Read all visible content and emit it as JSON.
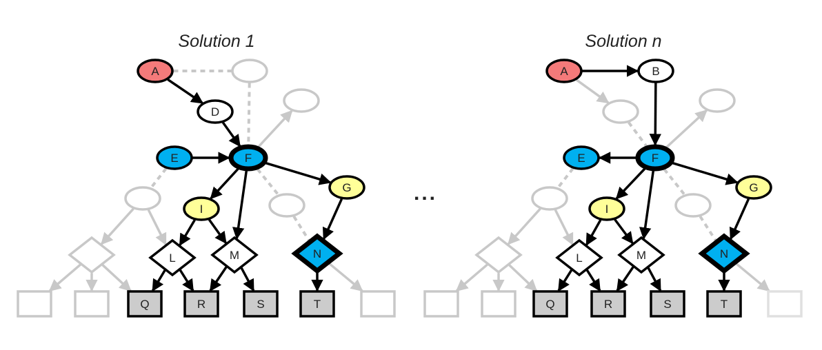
{
  "colors": {
    "red": "#f47a7a",
    "blue": "#00b0f0",
    "yellow": "#ffff99",
    "white": "#ffffff",
    "leaf": "#cccccc",
    "active": "#000000",
    "ghost": "#c8c8c8",
    "ghost_light": "#e0e0e0"
  },
  "ellipsis": "...",
  "panels": [
    {
      "title": "Solution 1",
      "nodes": [
        {
          "id": "A",
          "label": "A",
          "shape": "ellipse",
          "fill": "red",
          "state": "active"
        },
        {
          "id": "g1",
          "label": "",
          "shape": "ellipse",
          "fill": "white",
          "state": "ghost"
        },
        {
          "id": "D",
          "label": "D",
          "shape": "ellipse",
          "fill": "white",
          "state": "active"
        },
        {
          "id": "g2",
          "label": "",
          "shape": "ellipse",
          "fill": "white",
          "state": "ghost"
        },
        {
          "id": "E",
          "label": "E",
          "shape": "ellipse",
          "fill": "blue",
          "state": "active"
        },
        {
          "id": "F",
          "label": "F",
          "shape": "ellipse",
          "fill": "blue",
          "state": "bold"
        },
        {
          "id": "G",
          "label": "G",
          "shape": "ellipse",
          "fill": "yellow",
          "state": "active"
        },
        {
          "id": "g3",
          "label": "",
          "shape": "ellipse",
          "fill": "white",
          "state": "ghost"
        },
        {
          "id": "I",
          "label": "I",
          "shape": "ellipse",
          "fill": "yellow",
          "state": "active"
        },
        {
          "id": "g4",
          "label": "",
          "shape": "ellipse",
          "fill": "white",
          "state": "ghost"
        },
        {
          "id": "gd",
          "label": "",
          "shape": "diamond",
          "fill": "white",
          "state": "ghost"
        },
        {
          "id": "L",
          "label": "L",
          "shape": "diamond",
          "fill": "white",
          "state": "active"
        },
        {
          "id": "M",
          "label": "M",
          "shape": "diamond",
          "fill": "white",
          "state": "active"
        },
        {
          "id": "N",
          "label": "N",
          "shape": "diamond",
          "fill": "blue",
          "state": "bold"
        },
        {
          "id": "b1",
          "label": "",
          "shape": "box",
          "fill": "white",
          "state": "ghost"
        },
        {
          "id": "b2",
          "label": "",
          "shape": "box",
          "fill": "white",
          "state": "ghost"
        },
        {
          "id": "Q",
          "label": "Q",
          "shape": "box",
          "fill": "leaf",
          "state": "active"
        },
        {
          "id": "R",
          "label": "R",
          "shape": "box",
          "fill": "leaf",
          "state": "active"
        },
        {
          "id": "S",
          "label": "S",
          "shape": "box",
          "fill": "leaf",
          "state": "active"
        },
        {
          "id": "T",
          "label": "T",
          "shape": "box",
          "fill": "leaf",
          "state": "active"
        },
        {
          "id": "b3",
          "label": "",
          "shape": "box",
          "fill": "white",
          "state": "ghost"
        }
      ],
      "edges": [
        {
          "from": "A",
          "to": "g1",
          "style": "dotted"
        },
        {
          "from": "g1",
          "to": "F",
          "style": "dotted"
        },
        {
          "from": "A",
          "to": "D",
          "style": "active"
        },
        {
          "from": "D",
          "to": "F",
          "style": "active"
        },
        {
          "from": "F",
          "to": "g2",
          "style": "ghost"
        },
        {
          "from": "E",
          "to": "F",
          "style": "active"
        },
        {
          "from": "E",
          "to": "g3",
          "style": "dotted"
        },
        {
          "from": "F",
          "to": "I",
          "style": "active"
        },
        {
          "from": "F",
          "to": "M",
          "style": "active"
        },
        {
          "from": "F",
          "to": "G",
          "style": "active"
        },
        {
          "from": "F",
          "to": "g4",
          "style": "dotted"
        },
        {
          "from": "g4",
          "to": "N",
          "style": "dotted"
        },
        {
          "from": "G",
          "to": "N",
          "style": "active"
        },
        {
          "from": "g3",
          "to": "gd",
          "style": "ghost"
        },
        {
          "from": "g3",
          "to": "L",
          "style": "ghost"
        },
        {
          "from": "I",
          "to": "L",
          "style": "active"
        },
        {
          "from": "I",
          "to": "M",
          "style": "active"
        },
        {
          "from": "gd",
          "to": "b1",
          "style": "ghost"
        },
        {
          "from": "gd",
          "to": "b2",
          "style": "ghost"
        },
        {
          "from": "gd",
          "to": "Q",
          "style": "ghost"
        },
        {
          "from": "L",
          "to": "Q",
          "style": "active"
        },
        {
          "from": "L",
          "to": "R",
          "style": "active"
        },
        {
          "from": "M",
          "to": "R",
          "style": "active"
        },
        {
          "from": "M",
          "to": "S",
          "style": "active"
        },
        {
          "from": "N",
          "to": "T",
          "style": "active"
        },
        {
          "from": "N",
          "to": "b3",
          "style": "ghost"
        }
      ]
    },
    {
      "title": "Solution n",
      "nodes": [
        {
          "id": "A",
          "label": "A",
          "shape": "ellipse",
          "fill": "red",
          "state": "active"
        },
        {
          "id": "B",
          "label": "B",
          "shape": "ellipse",
          "fill": "white",
          "state": "active"
        },
        {
          "id": "g1",
          "label": "",
          "shape": "ellipse",
          "fill": "white",
          "state": "ghost"
        },
        {
          "id": "g2",
          "label": "",
          "shape": "ellipse",
          "fill": "white",
          "state": "ghost"
        },
        {
          "id": "E",
          "label": "E",
          "shape": "ellipse",
          "fill": "blue",
          "state": "active"
        },
        {
          "id": "F",
          "label": "F",
          "shape": "ellipse",
          "fill": "blue",
          "state": "bold"
        },
        {
          "id": "G",
          "label": "G",
          "shape": "ellipse",
          "fill": "yellow",
          "state": "active"
        },
        {
          "id": "g3",
          "label": "",
          "shape": "ellipse",
          "fill": "white",
          "state": "ghost"
        },
        {
          "id": "I",
          "label": "I",
          "shape": "ellipse",
          "fill": "yellow",
          "state": "active"
        },
        {
          "id": "g4",
          "label": "",
          "shape": "ellipse",
          "fill": "white",
          "state": "ghost"
        },
        {
          "id": "gd",
          "label": "",
          "shape": "diamond",
          "fill": "white",
          "state": "ghost"
        },
        {
          "id": "L",
          "label": "L",
          "shape": "diamond",
          "fill": "white",
          "state": "active"
        },
        {
          "id": "M",
          "label": "M",
          "shape": "diamond",
          "fill": "white",
          "state": "active"
        },
        {
          "id": "N",
          "label": "N",
          "shape": "diamond",
          "fill": "blue",
          "state": "bold"
        },
        {
          "id": "b1",
          "label": "",
          "shape": "box",
          "fill": "white",
          "state": "ghost"
        },
        {
          "id": "b2",
          "label": "",
          "shape": "box",
          "fill": "white",
          "state": "ghost"
        },
        {
          "id": "Q",
          "label": "Q",
          "shape": "box",
          "fill": "leaf",
          "state": "active"
        },
        {
          "id": "R",
          "label": "R",
          "shape": "box",
          "fill": "leaf",
          "state": "active"
        },
        {
          "id": "S",
          "label": "S",
          "shape": "box",
          "fill": "leaf",
          "state": "active"
        },
        {
          "id": "T",
          "label": "T",
          "shape": "box",
          "fill": "leaf",
          "state": "active"
        },
        {
          "id": "b3",
          "label": "",
          "shape": "box",
          "fill": "white",
          "state": "ghost_light"
        }
      ],
      "edges": [
        {
          "from": "A",
          "to": "B",
          "style": "active"
        },
        {
          "from": "A",
          "to": "g1",
          "style": "ghost"
        },
        {
          "from": "B",
          "to": "F",
          "style": "active"
        },
        {
          "from": "g1",
          "to": "F",
          "style": "dotted"
        },
        {
          "from": "F",
          "to": "g2",
          "style": "ghost"
        },
        {
          "from": "F",
          "to": "E",
          "style": "active"
        },
        {
          "from": "E",
          "to": "g3",
          "style": "dotted"
        },
        {
          "from": "F",
          "to": "I",
          "style": "active"
        },
        {
          "from": "F",
          "to": "M",
          "style": "active"
        },
        {
          "from": "F",
          "to": "G",
          "style": "active"
        },
        {
          "from": "F",
          "to": "g4",
          "style": "dotted"
        },
        {
          "from": "g4",
          "to": "N",
          "style": "dotted"
        },
        {
          "from": "G",
          "to": "N",
          "style": "active"
        },
        {
          "from": "g3",
          "to": "gd",
          "style": "ghost"
        },
        {
          "from": "g3",
          "to": "L",
          "style": "ghost"
        },
        {
          "from": "I",
          "to": "L",
          "style": "active"
        },
        {
          "from": "I",
          "to": "M",
          "style": "active"
        },
        {
          "from": "gd",
          "to": "b1",
          "style": "ghost"
        },
        {
          "from": "gd",
          "to": "b2",
          "style": "ghost"
        },
        {
          "from": "gd",
          "to": "Q",
          "style": "ghost"
        },
        {
          "from": "L",
          "to": "Q",
          "style": "active"
        },
        {
          "from": "L",
          "to": "R",
          "style": "active"
        },
        {
          "from": "M",
          "to": "R",
          "style": "active"
        },
        {
          "from": "M",
          "to": "S",
          "style": "active"
        },
        {
          "from": "N",
          "to": "T",
          "style": "active"
        },
        {
          "from": "N",
          "to": "b3",
          "style": "ghost"
        }
      ]
    }
  ]
}
